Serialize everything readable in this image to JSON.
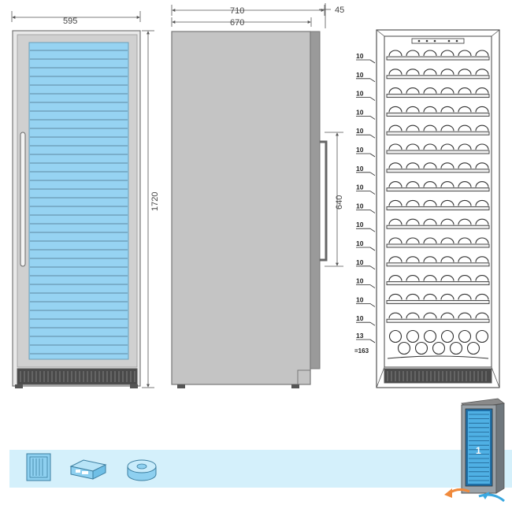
{
  "dimensions": {
    "width": "595",
    "height": "1720",
    "depth_total": "710",
    "depth_body": "670",
    "door": "45",
    "handle": "640"
  },
  "shelves": {
    "counts": [
      "10",
      "10",
      "10",
      "10",
      "10",
      "10",
      "10",
      "10",
      "10",
      "10",
      "10",
      "10",
      "10",
      "10",
      "10"
    ],
    "bottom_count": "13",
    "total": "=163"
  },
  "footer": {
    "icons": [
      "vent-grille-icon",
      "compressor-icon",
      "fan-icon"
    ]
  },
  "colors": {
    "glass": "#96d3f2",
    "door_frame": "#d0d0d0",
    "body": "#c4c4c4",
    "band": "#d4f0fb",
    "icon_fill": "#8ed0f0",
    "airflow_orange": "#f08a3c",
    "airflow_blue": "#3aa8e0"
  }
}
